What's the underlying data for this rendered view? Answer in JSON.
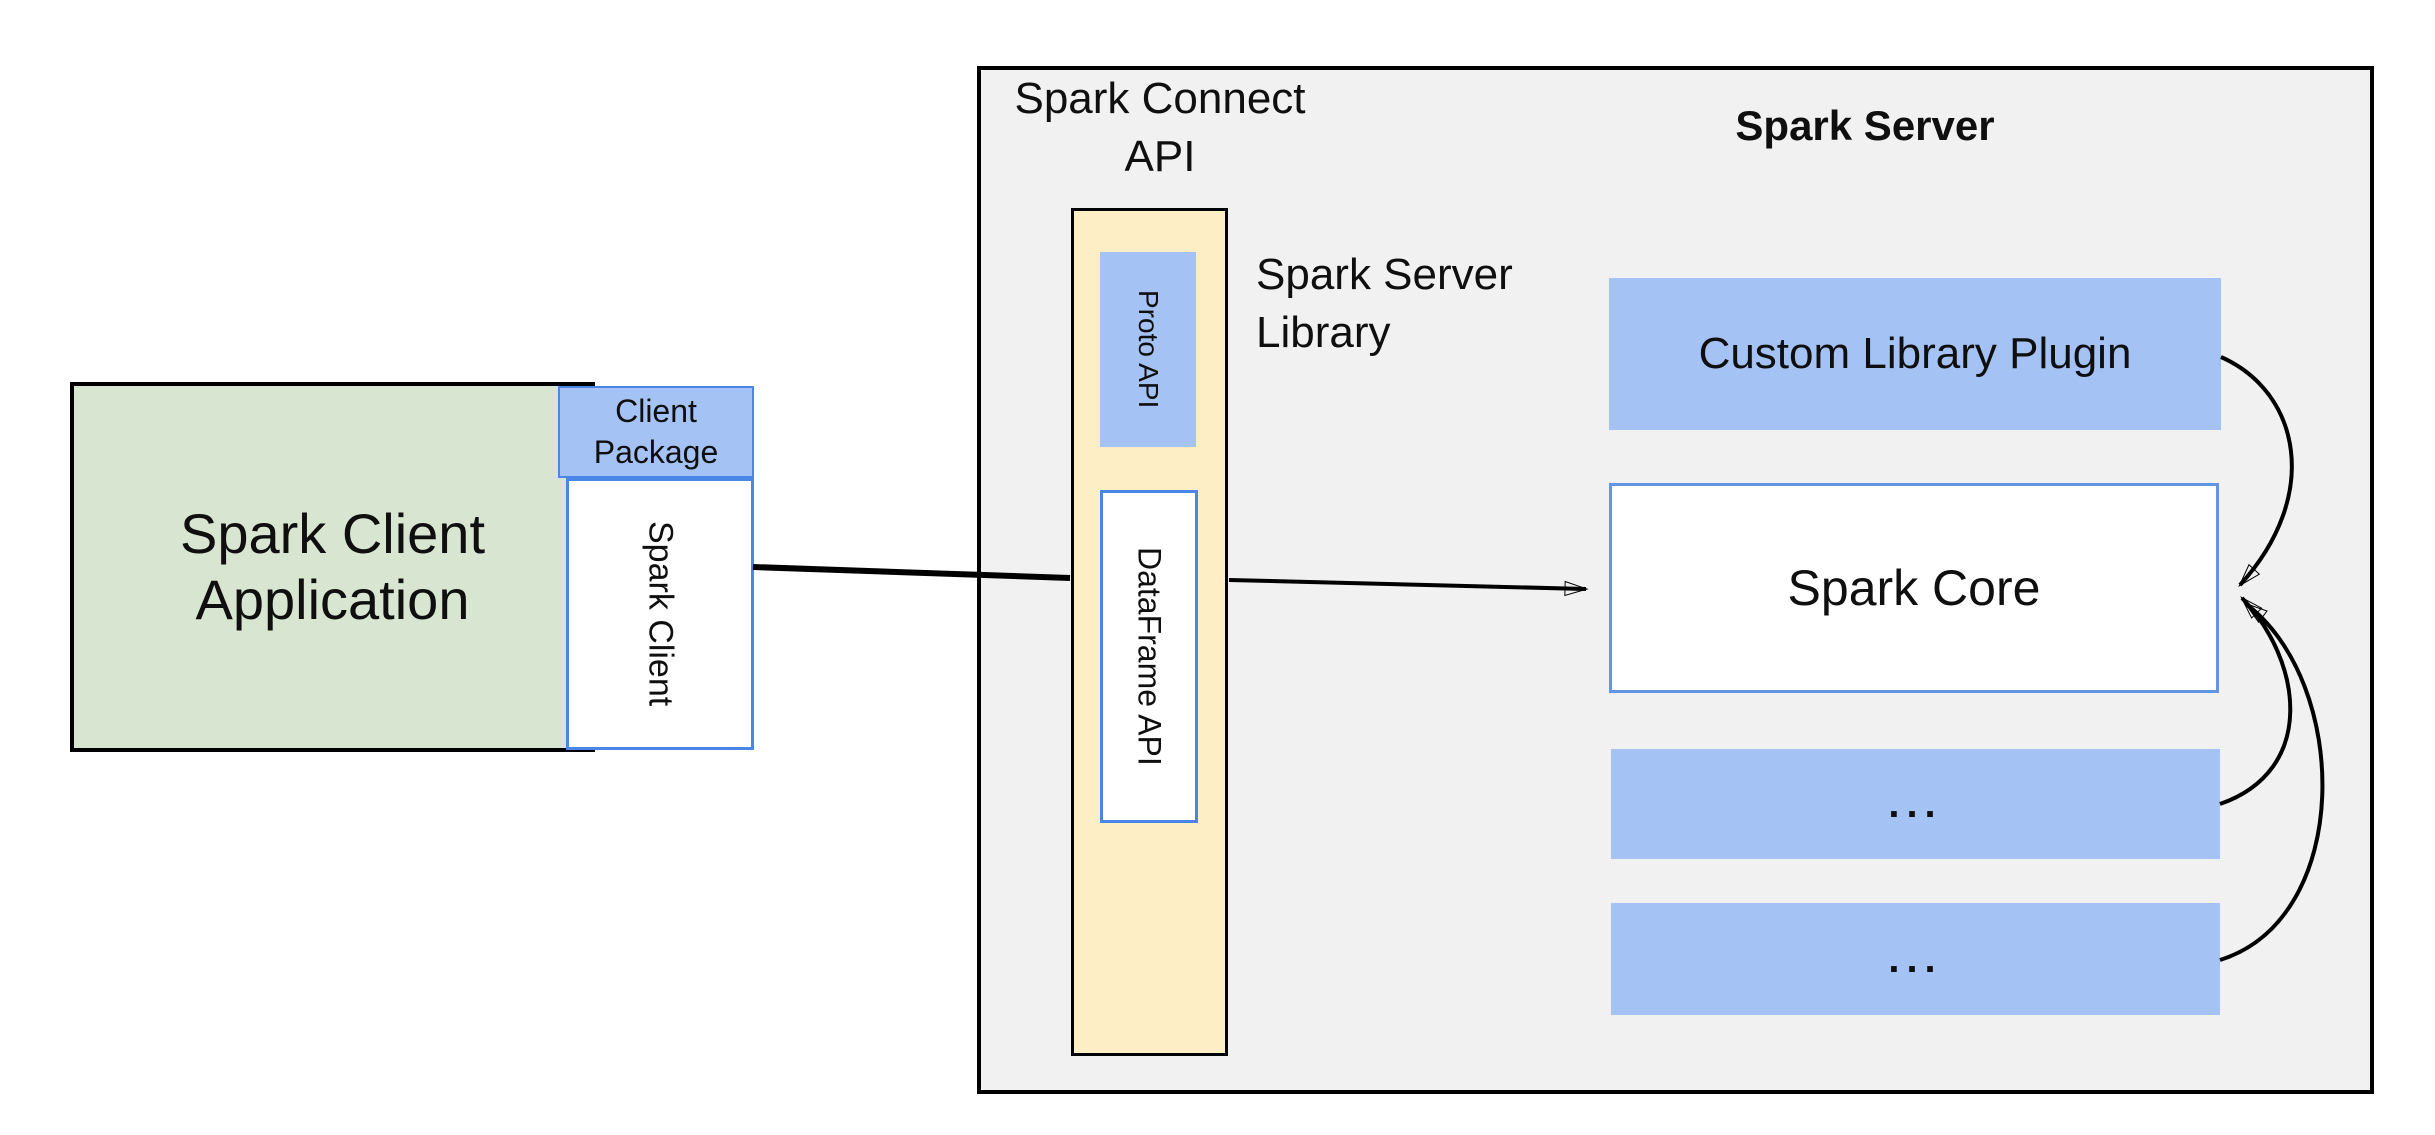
{
  "diagram": {
    "client": {
      "app_label": "Spark Client\nApplication",
      "package_label": "Client\nPackage",
      "client_label": "Spark Client"
    },
    "connect": {
      "title": "Spark Connect\nAPI",
      "library_label": "Spark Server\nLibrary",
      "proto_label": "Proto API",
      "dataframe_label": "DataFrame API"
    },
    "server": {
      "title": "Spark Server",
      "plugin_label": "Custom Library Plugin",
      "core_label": "Spark Core",
      "ellipsis_boxes": [
        "...",
        "..."
      ]
    }
  },
  "colors": {
    "panel_fill": "#f1f1f1",
    "green_fill": "#d8e6d1",
    "blue_fill": "#a4c2f4",
    "yellow_fill": "#fdeec6",
    "blue_border": "#4a86e8",
    "core_border": "#6494e4",
    "line_color": "#000000"
  }
}
